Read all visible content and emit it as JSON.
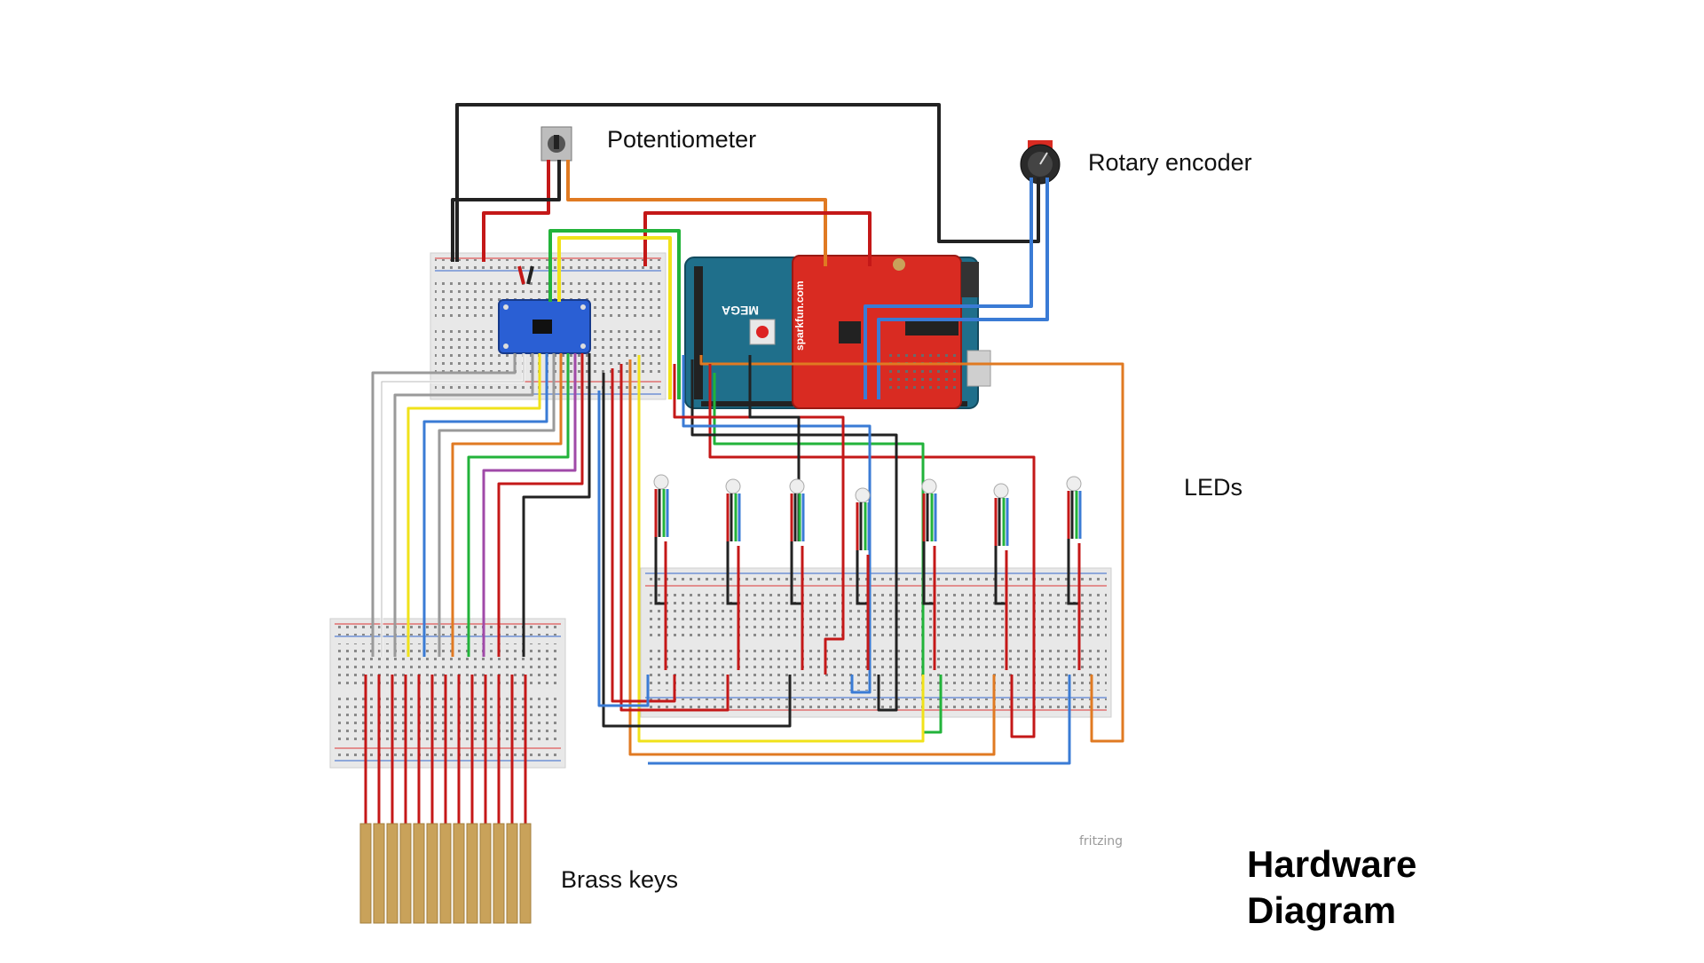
{
  "labels": {
    "potentiometer": "Potentiometer",
    "rotary_encoder": "Rotary encoder",
    "leds": "LEDs",
    "brass_keys": "Brass keys"
  },
  "title": {
    "line1": "Hardware",
    "line2": "Diagram"
  },
  "watermark": "fritzing",
  "colors": {
    "breadboard": "#e9e9e9",
    "arduino": "#1f6f8b",
    "shield": "#d92b22",
    "sensor_board": "#2a5fd4",
    "brass": "#c9a25a",
    "wire_red": "#c41818",
    "wire_black": "#222222",
    "wire_green": "#22b33a",
    "wire_yellow": "#f0e21a",
    "wire_orange": "#e07a22",
    "wire_blue": "#3a7bd5",
    "wire_grey": "#9a9a9a",
    "wire_purple": "#a04aa8"
  },
  "components": {
    "arduino_model": "MEGA",
    "shield_brand": "sparkfun.com"
  }
}
